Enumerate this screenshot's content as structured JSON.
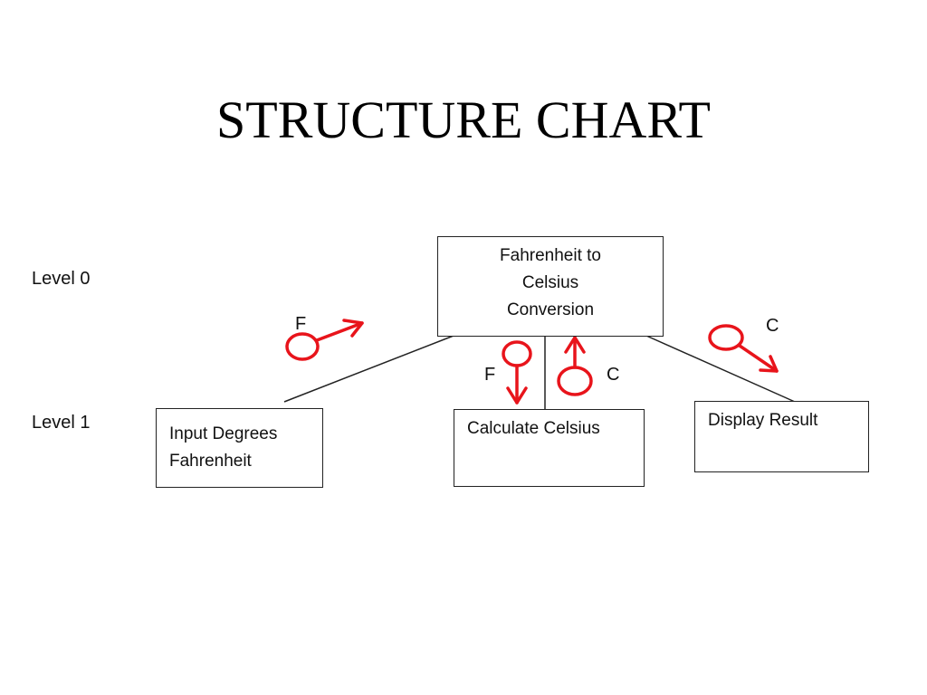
{
  "title": "STRUCTURE CHART",
  "levels": {
    "level0": "Level 0",
    "level1": "Level 1"
  },
  "modules": {
    "root": {
      "lines": [
        "Fahrenheit to",
        "Celsius",
        "Conversion"
      ]
    },
    "input": {
      "lines": [
        "Input Degrees",
        "Fahrenheit"
      ]
    },
    "calculate": {
      "lines": [
        "Calculate Celsius"
      ]
    },
    "display": {
      "lines": [
        "Display Result"
      ]
    }
  },
  "data_couples": {
    "to_root_from_input": "F",
    "to_calculate": "F",
    "from_calculate": "C",
    "to_display": "C"
  },
  "colors": {
    "line": "#222222",
    "couple": "#e8141b",
    "text": "#111111"
  }
}
